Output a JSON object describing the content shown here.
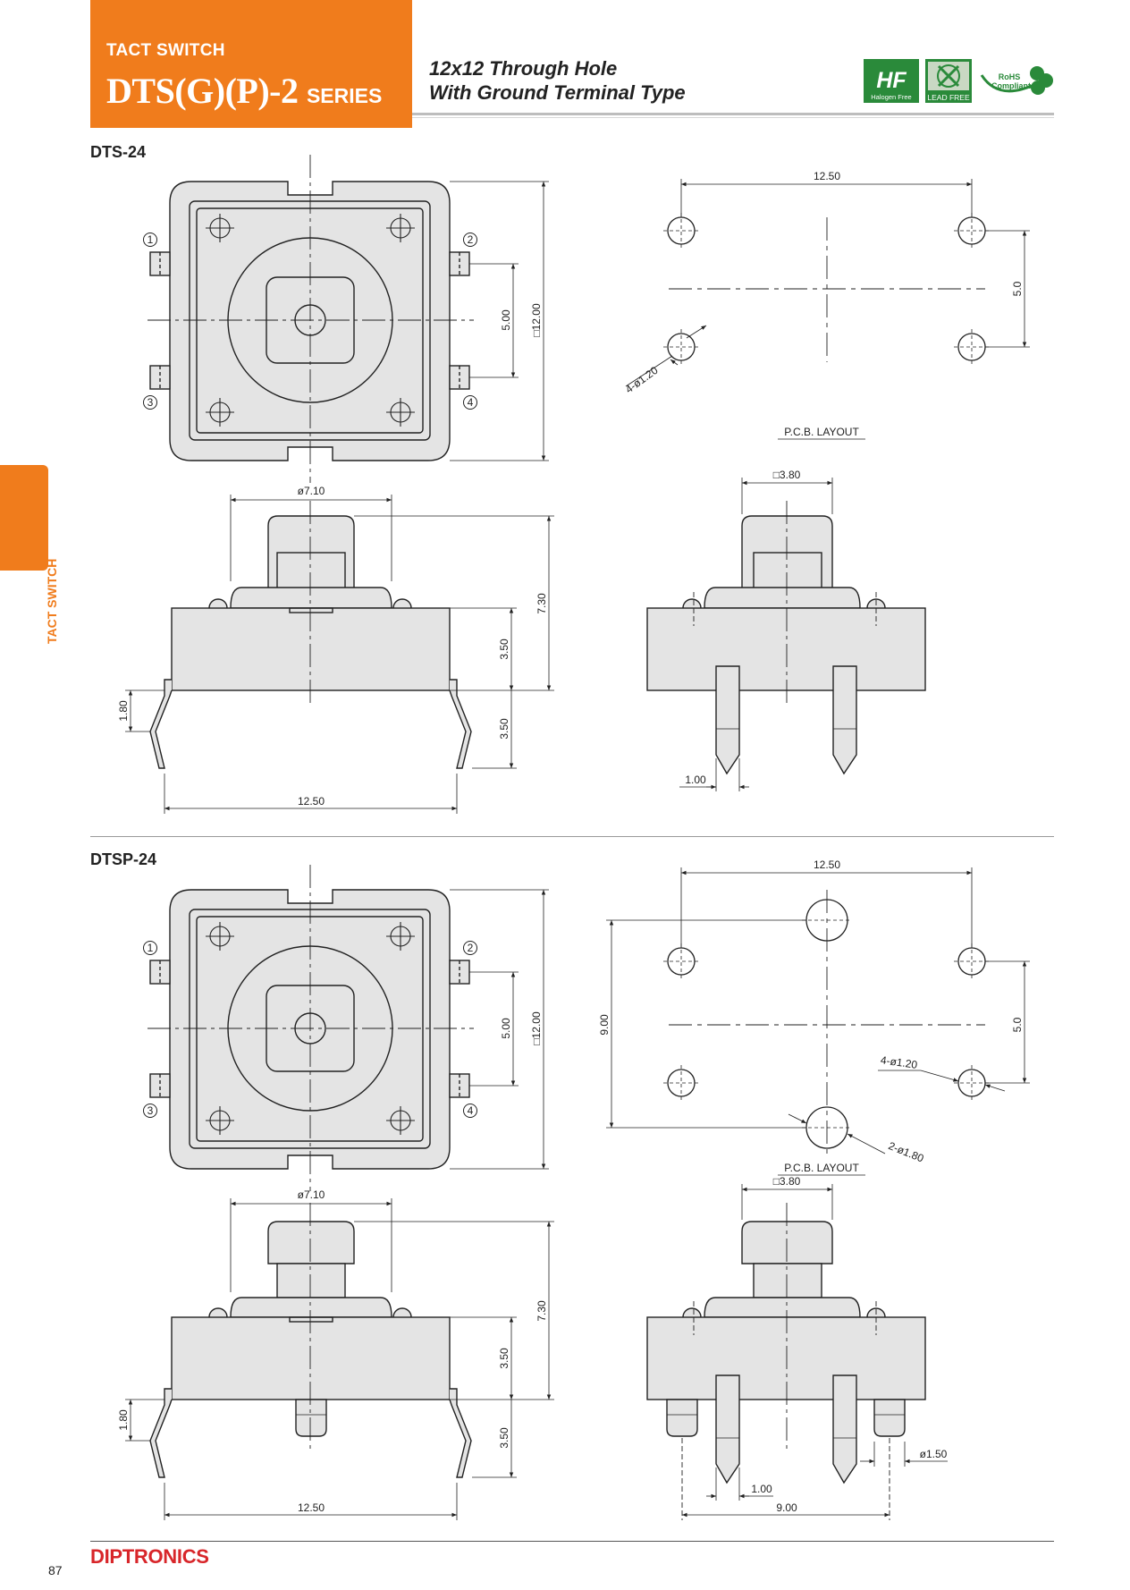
{
  "header": {
    "category": "TACT SWITCH",
    "series_main": "DTS(G)(P)-2",
    "series_suffix": "SERIES",
    "subtitle_line1": "12x12 Through Hole",
    "subtitle_line2": "With Ground Terminal Type",
    "badges": {
      "halogen_logo": "HF",
      "halogen_free": "Halogen Free",
      "lead_free": "LEAD FREE",
      "rohs_line1": "RoHS",
      "rohs_line2": "Compliant"
    }
  },
  "sidebar": {
    "label": "TACT SWITCH"
  },
  "sections": [
    {
      "title": "DTS-24",
      "dims": {
        "pitch": "12.50",
        "row_spacing": "5.0",
        "holes": "4-ø1.20",
        "pcb_layout": "P.C.B.  LAYOUT",
        "top_spacing": "5.00",
        "body": "□12.00",
        "cap_dia": "ø7.10",
        "cap_sq": "□3.80",
        "height": "7.30",
        "body_h": "3.50",
        "lead_h": "3.50",
        "lead_bend": "1.80",
        "lead_pitch": "12.50",
        "pin_w": "1.00",
        "pin1": "1",
        "pin2": "2",
        "pin3": "3",
        "pin4": "4"
      }
    },
    {
      "title": "DTSP-24",
      "dims": {
        "pitch": "12.50",
        "row_spacing": "5.0",
        "holes": "4-ø1.20",
        "holes2": "2-ø1.80",
        "vert_spacing": "9.00",
        "pcb_layout": "P.C.B.  LAYOUT",
        "top_spacing": "5.00",
        "body": "□12.00",
        "cap_dia": "ø7.10",
        "cap_sq": "□3.80",
        "height": "7.30",
        "body_h": "3.50",
        "lead_h": "3.50",
        "lead_bend": "1.80",
        "lead_pitch": "12.50",
        "pin_w": "1.00",
        "peg_dia": "ø1.50",
        "peg_pitch": "9.00",
        "pin1": "1",
        "pin2": "2",
        "pin3": "3",
        "pin4": "4"
      }
    }
  ],
  "footer": {
    "page_number": "87",
    "brand": "DIPTRONICS"
  },
  "colors": {
    "accent": "#f07c1c",
    "brand": "#d8262a",
    "fill": "#e4e4e4",
    "line": "#222222"
  }
}
